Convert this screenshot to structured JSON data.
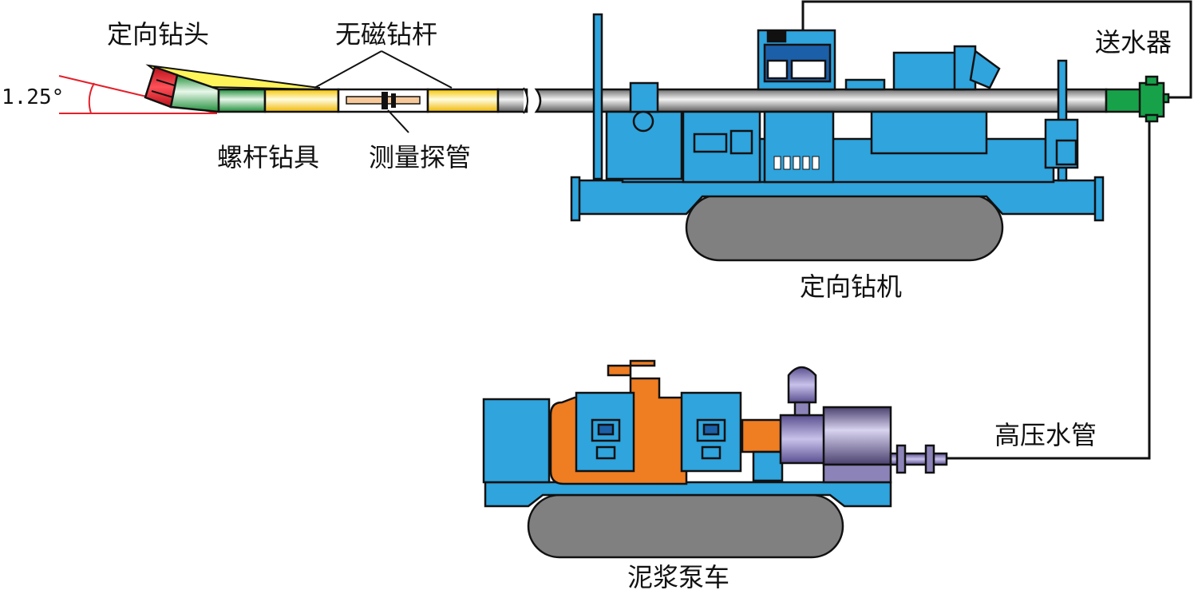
{
  "labels": {
    "drill_bit": "定向钻头",
    "nonmagnetic_rod": "无磁钻杆",
    "screw_tool": "螺杆钻具",
    "measure_probe": "测量探管",
    "water_feeder": "送水器",
    "drill_rig": "定向钻机",
    "hp_water_pipe": "高压水管",
    "mud_pump_truck": "泥浆泵车",
    "angle": "1.25°"
  },
  "colors": {
    "machine_blue": "#2fa4dd",
    "track_gray": "#808080",
    "pump_orange": "#ef7d22",
    "pump_purple": "#8c84b8",
    "bit_red": "#e4202a",
    "collar_yellow": "#fff45a",
    "screw_green": "#31a746",
    "feeder_green": "#17a24a",
    "angle_red": "#e4202a"
  },
  "icons": {
    "drill_rig": "directional-drill-rig-illustration",
    "pump_truck": "mud-pump-truck-illustration"
  }
}
